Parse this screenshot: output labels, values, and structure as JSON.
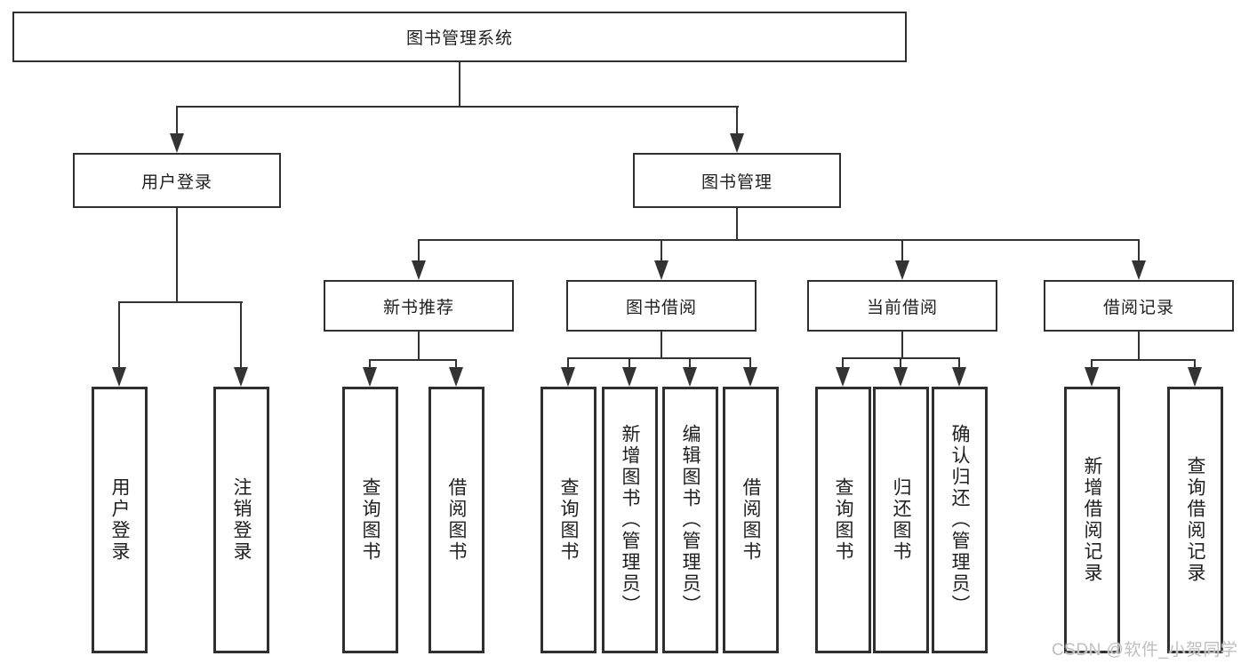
{
  "diagram": {
    "root": {
      "label": "图书管理系统"
    },
    "level2": [
      {
        "label": "用户登录"
      },
      {
        "label": "图书管理"
      }
    ],
    "level3": [
      {
        "label": "新书推荐"
      },
      {
        "label": "图书借阅"
      },
      {
        "label": "当前借阅"
      },
      {
        "label": "借阅记录"
      }
    ],
    "leaves": {
      "user_login": [
        "用户登录",
        "注销登录"
      ],
      "new_books": [
        "查询图书",
        "借阅图书"
      ],
      "book_borrow": [
        "查询图书",
        "新增图书（管理员）",
        "编辑图书（管理员）",
        "借阅图书"
      ],
      "current_borrow": [
        "查询图书",
        "归还图书",
        "确认归还（管理员）"
      ],
      "borrow_records": [
        "新增借阅记录",
        "查询借阅记录"
      ]
    },
    "colors": {
      "line": "#333333",
      "box_border": "#2f2f2f",
      "text": "#1f1f1f",
      "background": "#ffffff",
      "watermark": "#bfbfbf"
    }
  },
  "watermark": {
    "text": "CSDN @软件_小贺同学"
  }
}
